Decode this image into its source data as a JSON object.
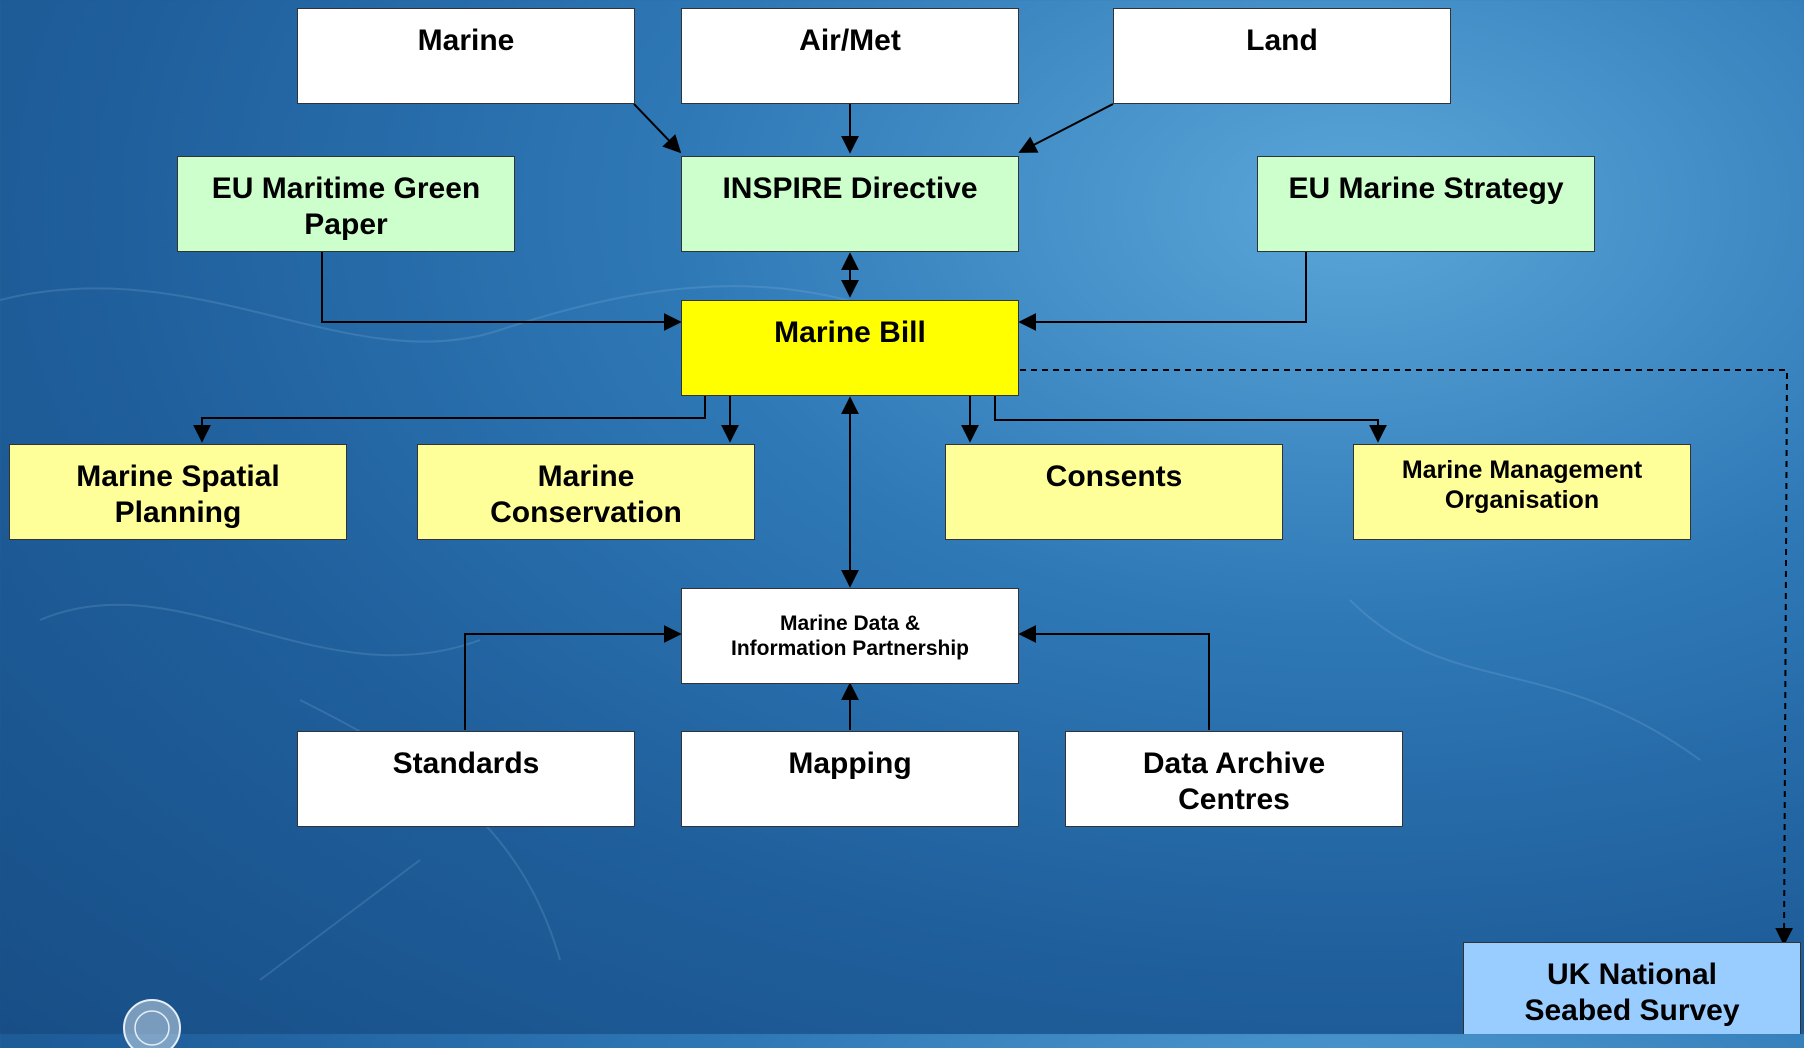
{
  "diagram": {
    "nodes": {
      "marine": "Marine",
      "airmet": "Air/Met",
      "land": "Land",
      "eu_green_paper": "EU Maritime Green Paper",
      "inspire": "INSPIRE Directive",
      "eu_marine_strategy": "EU Marine Strategy",
      "marine_bill": "Marine Bill",
      "msp": "Marine Spatial Planning",
      "conservation": "Marine Conservation",
      "consents": "Consents",
      "mmo": "Marine Management Organisation",
      "mdip": "Marine Data & Information Partnership",
      "standards": "Standards",
      "mapping": "Mapping",
      "dac": "Data Archive Centres",
      "seabed": "UK National Seabed Survey"
    },
    "colors": {
      "white": "#ffffff",
      "light_green": "#ccffcc",
      "yellow": "#ffff00",
      "light_yellow": "#ffff99",
      "light_blue": "#99ccff",
      "background": "#2f79b7"
    }
  }
}
